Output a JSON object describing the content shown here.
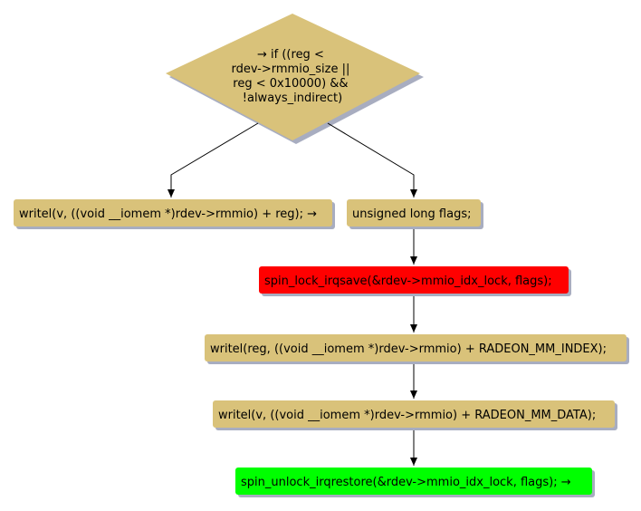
{
  "diagram": {
    "decision": {
      "lines": [
        "→ if ((reg <",
        "rdev->rmmio_size ||",
        "reg < 0x10000) &&",
        "!always_indirect)"
      ],
      "fill": "#d9c27a"
    },
    "nodes": [
      {
        "id": "n1",
        "label": "writel(v, ((void __iomem *)rdev->rmmio) + reg); →",
        "fill": "#d9c27a"
      },
      {
        "id": "n2",
        "label": "unsigned long flags;",
        "fill": "#d9c27a"
      },
      {
        "id": "n3",
        "label": "spin_lock_irqsave(&rdev->mmio_idx_lock, flags);",
        "fill": "#ff0000"
      },
      {
        "id": "n4",
        "label": "writel(reg, ((void __iomem *)rdev->rmmio) + RADEON_MM_INDEX);",
        "fill": "#d9c27a"
      },
      {
        "id": "n5",
        "label": "writel(v, ((void __iomem *)rdev->rmmio) + RADEON_MM_DATA);",
        "fill": "#d9c27a"
      },
      {
        "id": "n6",
        "label": "spin_unlock_irqrestore(&rdev->mmio_idx_lock, flags); →",
        "fill": "#00ff00"
      }
    ],
    "shadow_color": "#a8adc0",
    "stroke_color": "#000000"
  }
}
